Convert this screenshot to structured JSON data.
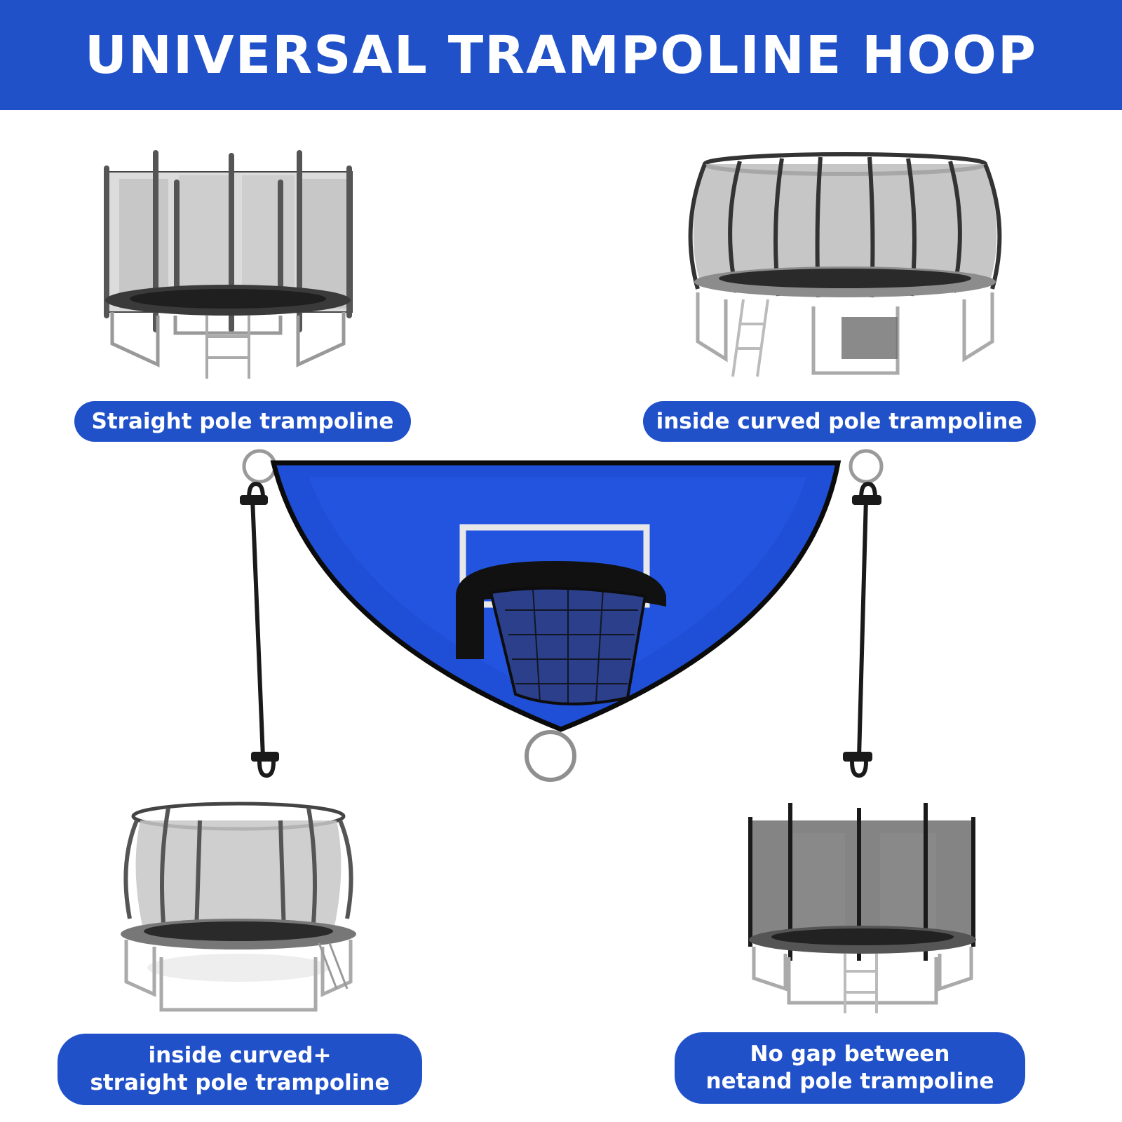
{
  "header": {
    "title": "UNIVERSAL TRAMPOLINE HOOP",
    "background_color": "#2051c9"
  },
  "labels": {
    "top_left": "Straight pole trampoline",
    "top_right": "inside curved pole trampoline",
    "bottom_left_line1": "inside curved+",
    "bottom_left_line2": "straight pole trampoline",
    "bottom_right_line1": "No gap between",
    "bottom_right_line2": "netand pole trampoline"
  },
  "colors": {
    "accent": "#2051c9",
    "label_text": "#ffffff",
    "backboard": "#1f4fd6"
  },
  "images": {
    "top_left": "straight-pole-trampoline-photo",
    "top_right": "inside-curved-pole-trampoline-photo",
    "bottom_left": "curved-straight-pole-trampoline-photo",
    "bottom_right": "no-gap-trampoline-photo",
    "center": "basketball-hoop-backboard-photo"
  }
}
